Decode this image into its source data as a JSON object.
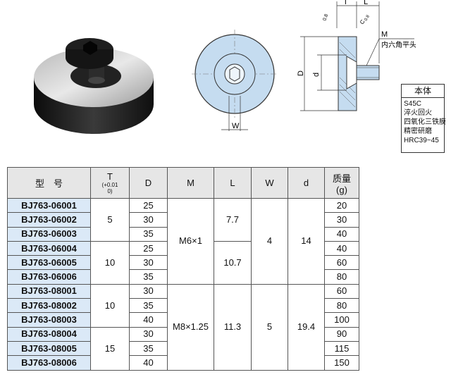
{
  "drawing": {
    "dim_T": "T",
    "dim_L": "L",
    "dim_M": "M",
    "dim_D": "D",
    "dim_d": "d",
    "dim_W": "W",
    "chamfer1": "0.8",
    "chamfer2": "C",
    "chamfer3": "0.8",
    "bolt_label": "内六角平头螺栓"
  },
  "material": {
    "title": "本体",
    "lines": [
      "S45C",
      "淬火回火",
      "四氧化三铁膜",
      "精密研磨",
      "HRC39~45"
    ]
  },
  "table": {
    "headers": {
      "model": "型　号",
      "T": "T",
      "T_tol_upper": "(+0.01",
      "T_tol_lower": "0)",
      "D": "D",
      "M": "M",
      "L": "L",
      "W": "W",
      "d": "d",
      "mass": "质量",
      "mass_unit": "(g)"
    },
    "codes": [
      "BJ763-06001",
      "BJ763-06002",
      "BJ763-06003",
      "BJ763-06004",
      "BJ763-06005",
      "BJ763-06006",
      "BJ763-08001",
      "BJ763-08002",
      "BJ763-08003",
      "BJ763-08004",
      "BJ763-08005",
      "BJ763-08006"
    ],
    "D_values": [
      "25",
      "30",
      "35",
      "25",
      "30",
      "35",
      "30",
      "35",
      "40",
      "30",
      "35",
      "40"
    ],
    "mass_values": [
      "20",
      "30",
      "40",
      "40",
      "60",
      "80",
      "60",
      "80",
      "100",
      "90",
      "115",
      "150"
    ],
    "T_groups": [
      "5",
      "10",
      "10",
      "15"
    ],
    "M_groups": [
      "M6×1",
      "M8×1.25"
    ],
    "L_groups": [
      "7.7",
      "10.7",
      "11.3"
    ],
    "W_groups": [
      "4",
      "5"
    ],
    "d_groups": [
      "14",
      "19.4"
    ]
  }
}
